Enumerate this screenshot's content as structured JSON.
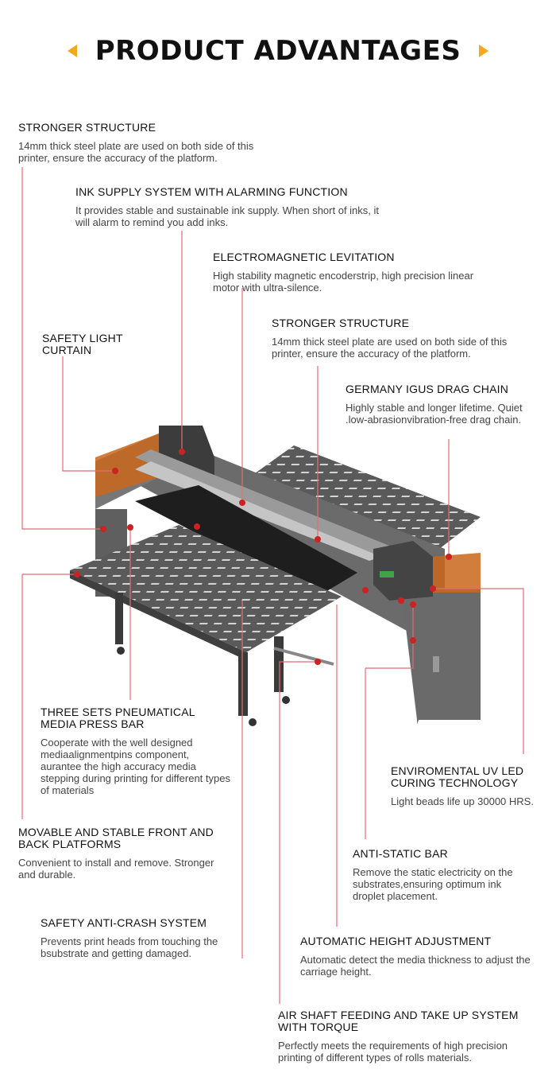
{
  "page": {
    "title": "PRODUCT ADVANTAGES",
    "accent_color": "#f2a91b",
    "line_color": "#e56b78",
    "marker_color": "#cc2222"
  },
  "features": [
    {
      "id": "stronger-structure-1",
      "heading": "STRONGER STRUCTURE",
      "desc": "14mm thick steel plate are used on both side of this printer, ensure the accuracy of the platform."
    },
    {
      "id": "ink-supply",
      "heading": "INK SUPPLY SYSTEM WITH ALARMING FUNCTION",
      "desc": "It provides stable and sustainable ink supply. When short of inks, it will alarm to remind you add inks."
    },
    {
      "id": "electromagnetic",
      "heading": "ELECTROMAGNETIC LEVITATION",
      "desc": "High stability magnetic encoderstrip, high precision linear motor with ultra-silence."
    },
    {
      "id": "safety-light",
      "heading": "SAFETY LIGHT CURTAIN",
      "desc": ""
    },
    {
      "id": "stronger-structure-2",
      "heading": "STRONGER STRUCTURE",
      "desc": "14mm thick steel plate are used on both side of this printer, ensure the accuracy of the platform."
    },
    {
      "id": "igus",
      "heading": "GERMANY IGUS DRAG CHAIN",
      "desc": "Highly stable and longer lifetime. Quiet .low-abrasionvibration-free drag chain."
    },
    {
      "id": "pneumatic",
      "heading": "THREE SETS PNEUMATICAL MEDIA PRESS BAR",
      "desc": "Cooperate with the well designed mediaalignmentpins component, aurantee the high accuracy media stepping during printing for different types of materials"
    },
    {
      "id": "uv-led",
      "heading": "ENVIROMENTAL UV LED CURING TECHNOLOGY",
      "desc": "Light beads life up 30000 HRS."
    },
    {
      "id": "platforms",
      "heading": "MOVABLE AND STABLE FRONT AND BACK PLATFORMS",
      "desc": "Convenient to install and remove. Stronger and durable."
    },
    {
      "id": "anti-static",
      "heading": "ANTI-STATIC BAR",
      "desc": "Remove the static electricity on the substrates,ensuring optimum ink droplet placement."
    },
    {
      "id": "anti-crash",
      "heading": "SAFETY ANTI-CRASH SYSTEM",
      "desc": "Prevents print heads from touching the bsubstrate and getting damaged."
    },
    {
      "id": "height-adjust",
      "heading": "AUTOMATIC HEIGHT ADJUSTMENT",
      "desc": "Automatic detect the media thickness to adjust the carriage height."
    },
    {
      "id": "air-shaft",
      "heading": "AIR SHAFT FEEDING AND TAKE UP SYSTEM WITH TORQUE",
      "desc": "Perfectly meets the requirements of high precision printing of different types of rolls materials."
    }
  ]
}
